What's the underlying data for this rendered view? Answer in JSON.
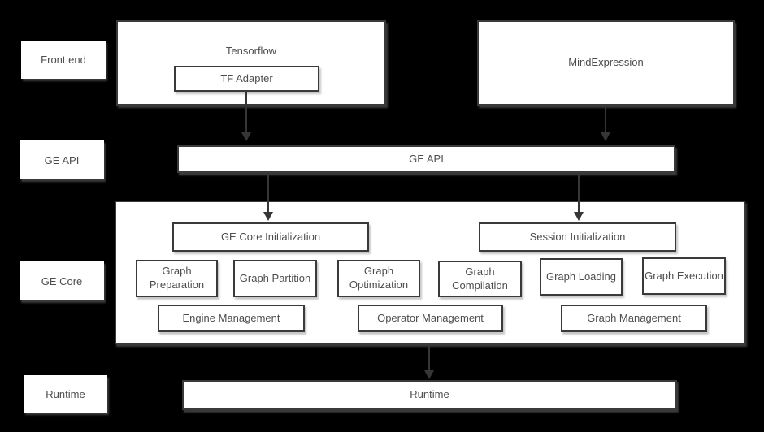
{
  "diagram": {
    "title_semantic": "GE (Graph Engine) architecture diagram",
    "colors": {
      "background": "#000000",
      "box_fill": "#ffffff",
      "border": "#3a3a3a",
      "text": "#4d4d4d",
      "arrow": "#363636"
    },
    "side_labels": {
      "front_end": "Front end",
      "ge_api": "GE API",
      "ge_core": "GE Core",
      "runtime": "Runtime"
    },
    "front_end": {
      "tensorflow": "Tensorflow",
      "tf_adapter": "TF Adapter",
      "mindexpression": "MindExpression"
    },
    "ge_api_bar": "GE API",
    "ge_core": {
      "core_init": "GE Core Initialization",
      "session_init": "Session Initialization",
      "modules": [
        "Graph Preparation",
        "Graph Partition",
        "Graph Optimization",
        "Graph Compilation",
        "Graph Loading",
        "Graph Execution"
      ],
      "management": [
        "Engine Management",
        "Operator Management",
        "Graph Management"
      ]
    },
    "runtime_bar": "Runtime",
    "arrows": [
      {
        "from": "TF Adapter",
        "to": "GE API"
      },
      {
        "from": "MindExpression",
        "to": "GE API"
      },
      {
        "from": "GE API",
        "to": "GE Core Initialization"
      },
      {
        "from": "GE API",
        "to": "Session Initialization"
      },
      {
        "from": "GE Core",
        "to": "Runtime"
      }
    ]
  }
}
